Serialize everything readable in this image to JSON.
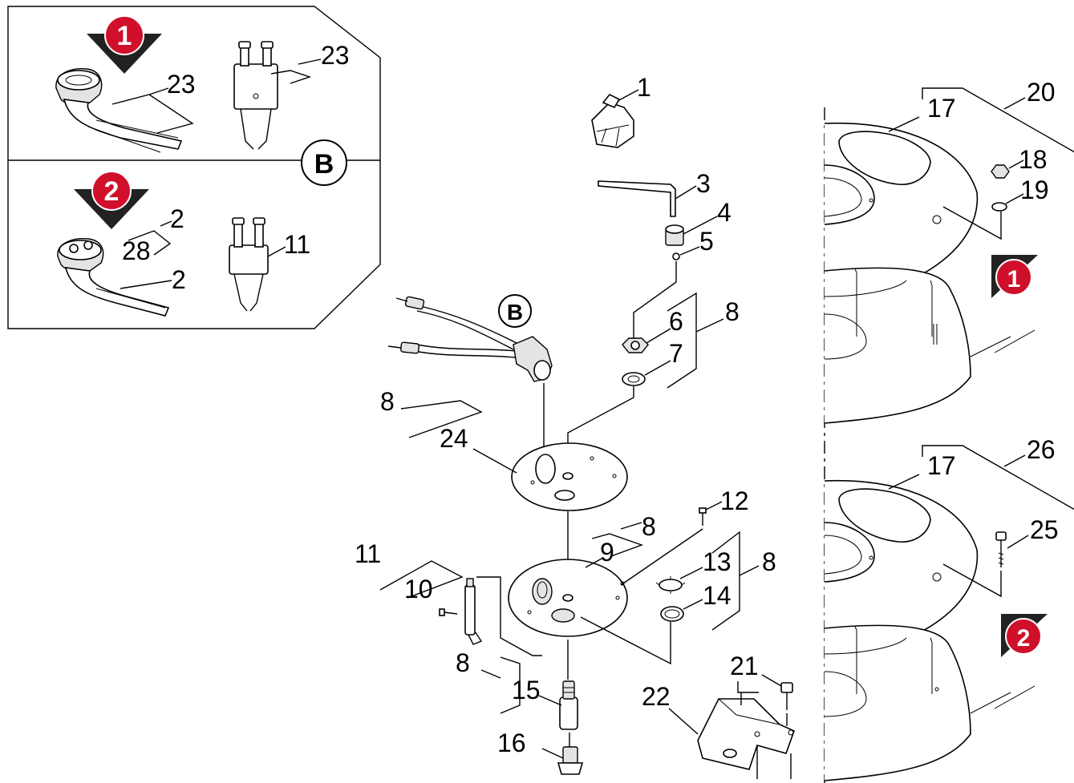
{
  "colors": {
    "accent_red": "#d0102a",
    "line": "#000000",
    "fill_gray": "#e4e4e4"
  },
  "labels": {
    "p1": "1",
    "p2a": "2",
    "p2b": "2",
    "p3": "3",
    "p4": "4",
    "p5": "5",
    "p6": "6",
    "p7": "7",
    "p8a": "8",
    "p8b": "8",
    "p8c": "8",
    "p8d": "8",
    "p8e": "8",
    "p9": "9",
    "p10": "10",
    "p11a": "11",
    "p11b": "11",
    "p12": "12",
    "p13": "13",
    "p14": "14",
    "p15": "15",
    "p16": "16",
    "p17a": "17",
    "p17b": "17",
    "p18": "18",
    "p19": "19",
    "p20": "20",
    "p21": "21",
    "p22": "22",
    "p23a": "23",
    "p23b": "23",
    "p24": "24",
    "p25": "25",
    "p26": "26",
    "p28": "28"
  },
  "markers": {
    "variant1": "1",
    "variant2": "2",
    "variant1_right": "1",
    "variant2_right": "2",
    "detail_b_inset": "B",
    "detail_b_main": "B"
  }
}
